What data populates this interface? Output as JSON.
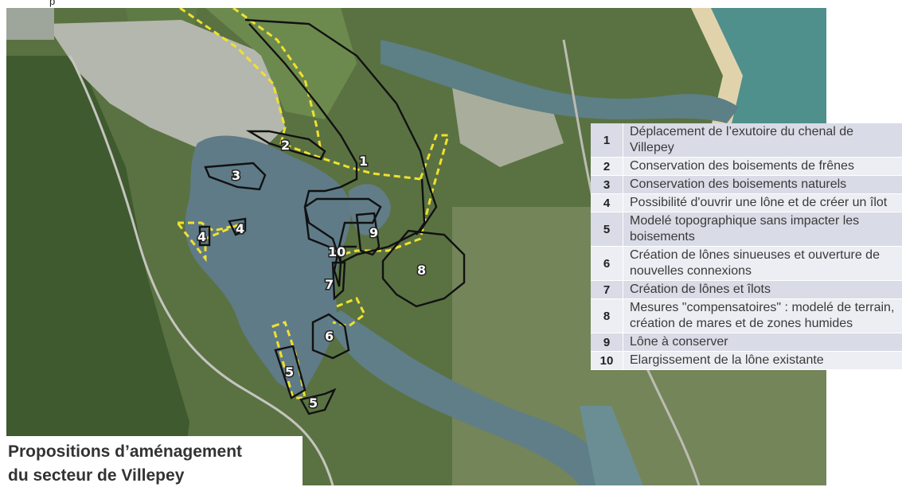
{
  "top_note": "p",
  "title": {
    "line1": "Propositions d’aménagement",
    "line2": "du secteur de Villepey"
  },
  "map_markers": [
    "1",
    "2",
    "3",
    "4",
    "4",
    "5",
    "5",
    "6",
    "7",
    "8",
    "9",
    "10"
  ],
  "legend": [
    {
      "num": "1",
      "text": "Déplacement de l’exutoire du chenal de Villepey"
    },
    {
      "num": "2",
      "text": "Conservation  des boisements de frênes"
    },
    {
      "num": "3",
      "text": "Conservation des boisements naturels"
    },
    {
      "num": "4",
      "text": "Possibilité d'ouvrir une lône et de créer un îlot"
    },
    {
      "num": "5",
      "text": "Modelé topographique sans impacter les boisements"
    },
    {
      "num": "6",
      "text": "Création de lônes sinueuses et ouverture de nouvelles connexions"
    },
    {
      "num": "7",
      "text": "Création de lônes et îlots"
    },
    {
      "num": "8",
      "text": "Mesures \"compensatoires\" : modelé de terrain, création de mares et de zones humides"
    },
    {
      "num": "9",
      "text": "Lône à conserver"
    },
    {
      "num": "10",
      "text": "Elargissement de  la lône existante"
    }
  ],
  "colors": {
    "vegetation": "#4f6a3a",
    "forest_dark": "#3e5a30",
    "urban": "#b7bab0",
    "water": "#5d7a86",
    "sea": "#4f8f8c",
    "sand": "#e2d6b4",
    "boundary_black": "#111111",
    "boundary_yellow": "#f0e030"
  }
}
